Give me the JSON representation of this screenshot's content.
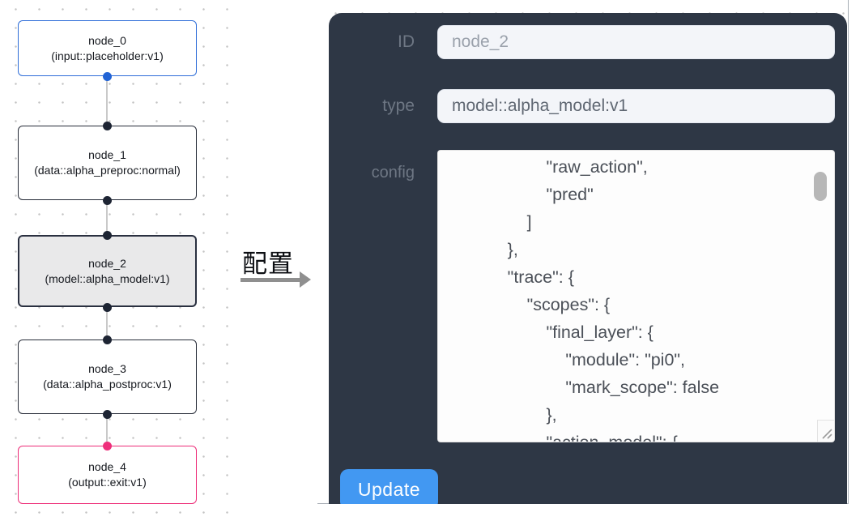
{
  "canvas": {
    "nodes": [
      {
        "title": "node_0",
        "subtitle": "(input::placeholder:v1)",
        "variant": "input",
        "border_color": "#2f6ed8"
      },
      {
        "title": "node_1",
        "subtitle": "(data::alpha_preproc:normal)",
        "variant": "default",
        "border_color": "#272c38"
      },
      {
        "title": "node_2",
        "subtitle": "(model::alpha_model:v1)",
        "variant": "selected",
        "border_color": "#2a3040",
        "fill_color": "#e9e9ea"
      },
      {
        "title": "node_3",
        "subtitle": "(data::alpha_postproc:v1)",
        "variant": "default",
        "border_color": "#272c38"
      },
      {
        "title": "node_4",
        "subtitle": "(output::exit:v1)",
        "variant": "output",
        "border_color": "#ed2d78"
      }
    ],
    "port_colors": {
      "input": "#2163d5",
      "default": "#1d2433",
      "output": "#ee2f7b"
    }
  },
  "annotation": {
    "label": "配置",
    "arrow_color": "#8f8f8f"
  },
  "panel": {
    "background_color": "#2e3745",
    "fields": [
      {
        "label": "ID",
        "value": "node_2"
      },
      {
        "label": "type",
        "value": "model::alpha_model:v1"
      }
    ],
    "config": {
      "label": "config",
      "text": "                    \"raw_action\",\n                    \"pred\"\n                ]\n            },\n            \"trace\": {\n                \"scopes\": {\n                    \"final_layer\": {\n                        \"module\": \"pi0\",\n                        \"mark_scope\": false\n                    },\n                    \"action_model\": {"
    },
    "update_button": {
      "label": "Update",
      "color": "#4298f2"
    }
  }
}
